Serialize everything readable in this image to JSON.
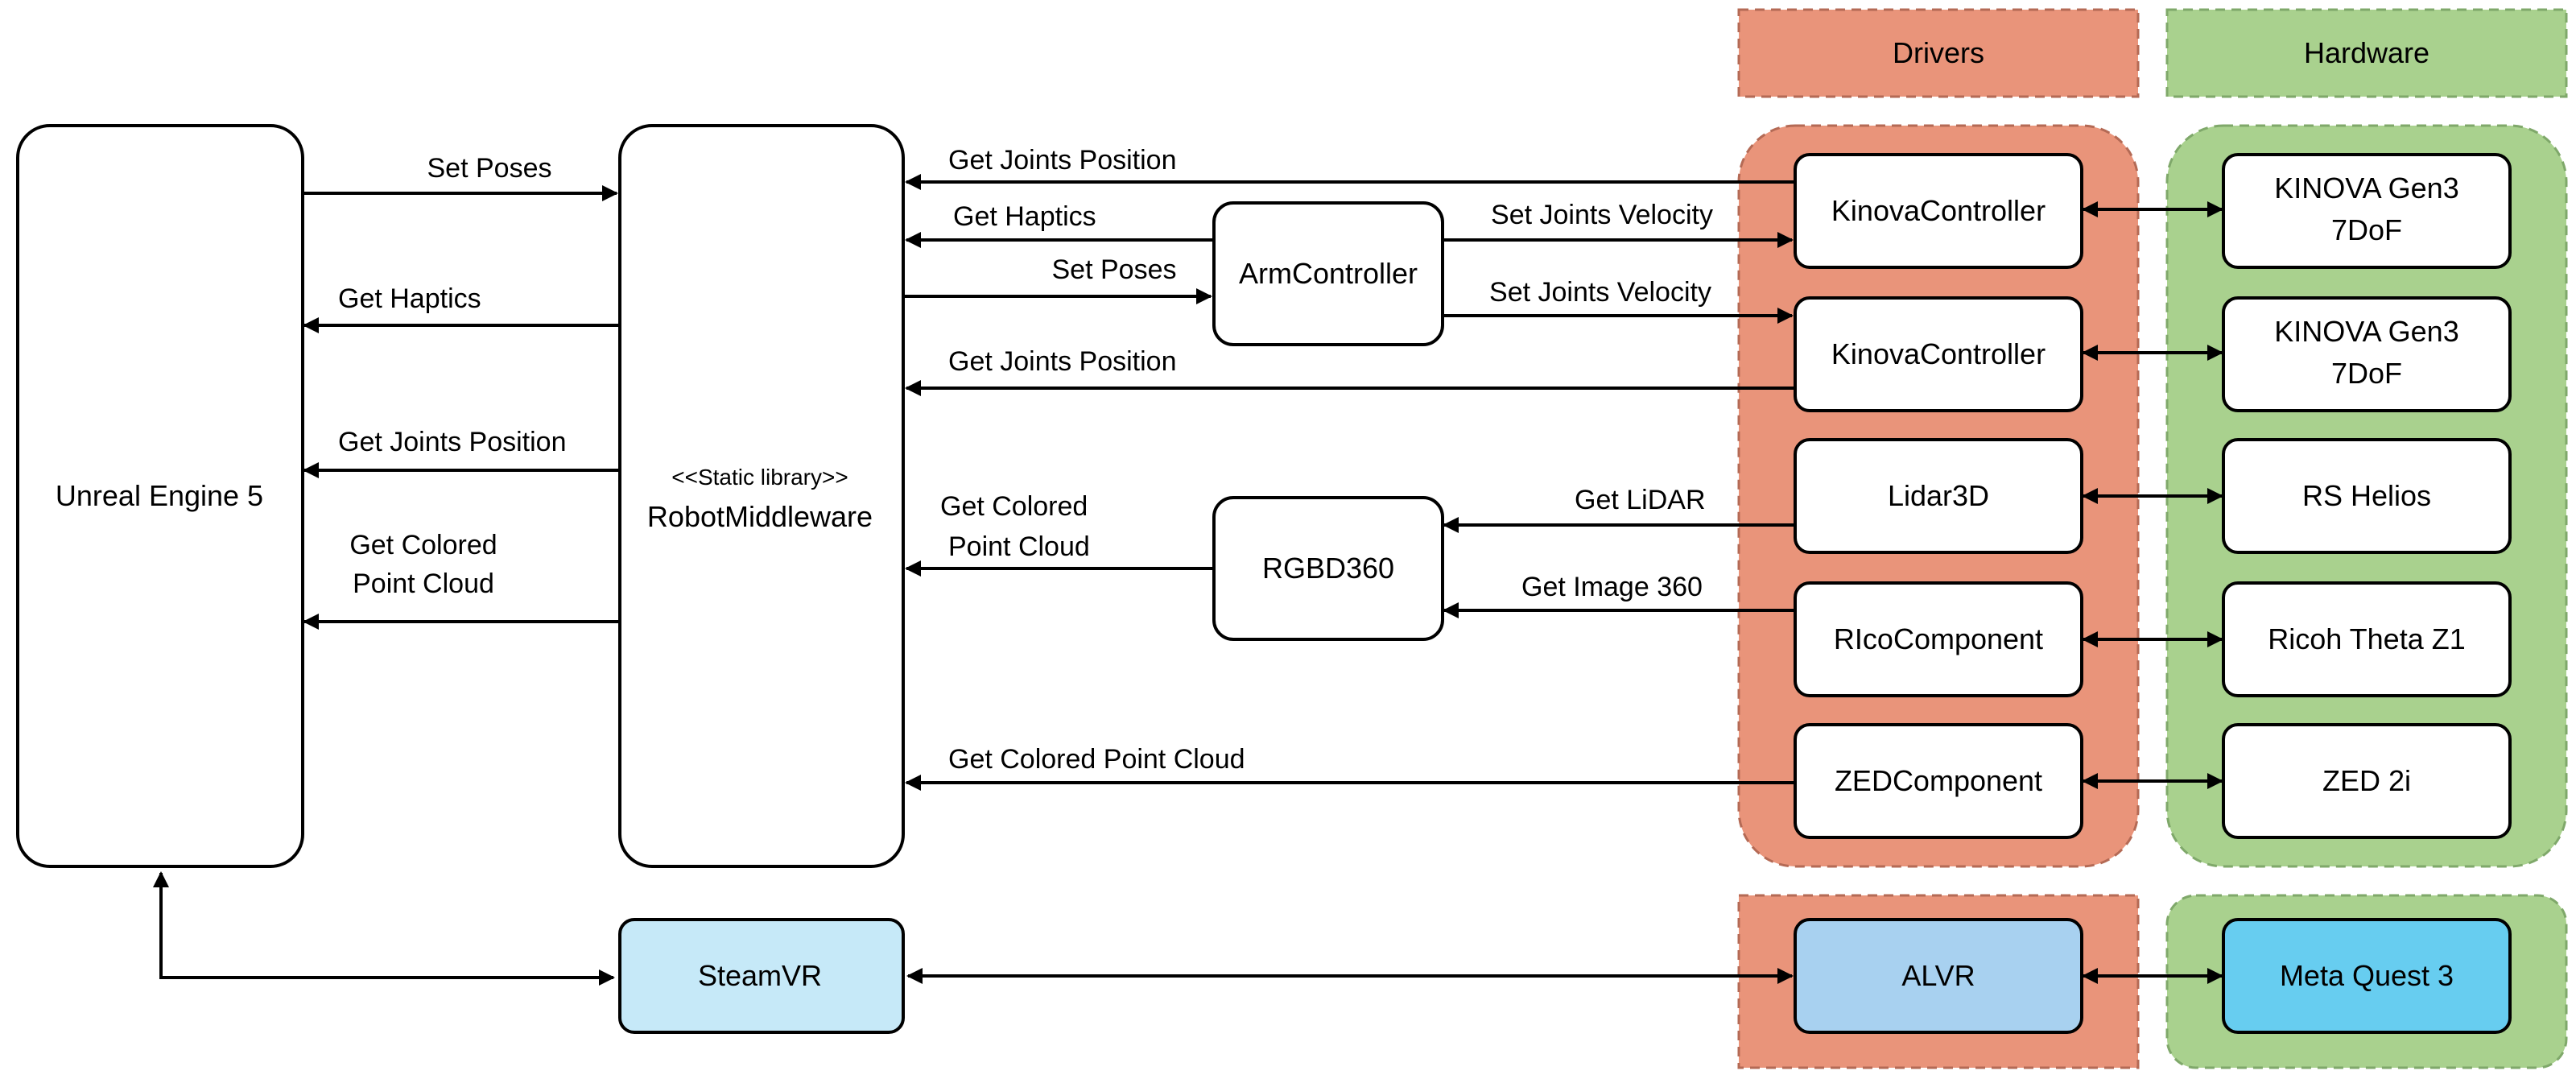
{
  "colors": {
    "drivers_fill": "#e9947a",
    "drivers_stroke": "#b46a55",
    "hardware_fill": "#a9d18e",
    "hardware_stroke": "#7fa86a",
    "steamvr_fill": "#c6e9f8",
    "alvr_fill": "#a8d1f0",
    "quest_fill": "#67cdf0"
  },
  "groups": {
    "drivers": "Drivers",
    "hardware": "Hardware"
  },
  "nodes": {
    "unreal": "Unreal Engine 5",
    "middleware_stereotype": "<<Static library>>",
    "middleware": "RobotMiddleware",
    "arm_controller": "ArmController",
    "rgbd360": "RGBD360",
    "kinova_controller_1": "KinovaController",
    "kinova_controller_2": "KinovaController",
    "lidar3d": "Lidar3D",
    "rico_component": "RIcoComponent",
    "zed_component": "ZEDComponent",
    "kinova_hw_1": [
      "KINOVA Gen3",
      "7DoF"
    ],
    "kinova_hw_2": [
      "KINOVA Gen3",
      "7DoF"
    ],
    "rs_helios": "RS Helios",
    "ricoh_theta": "Ricoh Theta Z1",
    "zed2i": "ZED 2i",
    "steamvr": "SteamVR",
    "alvr": "ALVR",
    "meta_quest": "Meta Quest 3"
  },
  "edges": {
    "ue_set_poses": "Set Poses",
    "mw_get_haptics": "Get Haptics",
    "mw_get_joints": "Get Joints Position",
    "mw_get_colored": [
      "Get Colored",
      "Point Cloud"
    ],
    "k1_get_joints": "Get Joints Position",
    "arm_get_haptics": "Get Haptics",
    "mw_set_poses": "Set Poses",
    "arm_set_vel_1": "Set Joints Velocity",
    "arm_set_vel_2": "Set Joints Velocity",
    "k2_get_joints": "Get Joints Position",
    "rgbd_get_colored": [
      "Get Colored",
      "Point Cloud"
    ],
    "lidar_get": "Get LiDAR",
    "rico_get_image": "Get Image 360",
    "zed_get_colored": "Get Colored Point Cloud"
  }
}
